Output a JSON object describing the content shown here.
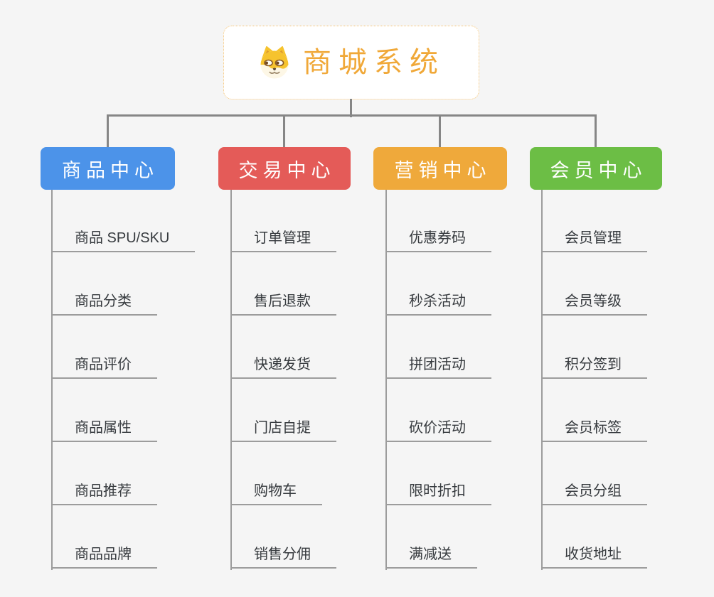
{
  "colors": {
    "canvas_bg": "#f5f5f5",
    "root_text": "#f0a838",
    "root_border": "#f5c474",
    "branch_product": "#4c93e9",
    "branch_trade": "#e45b58",
    "branch_marketing": "#efa93b",
    "branch_member": "#6cbe45",
    "connector": "#868686",
    "child_line": "#9c9c9c",
    "child_text": "#363a3e"
  },
  "root": {
    "title": "商城系统",
    "icon": "dog-face-icon"
  },
  "branches": [
    {
      "label": "商品中心",
      "children": [
        "商品 SPU/SKU",
        "商品分类",
        "商品评价",
        "商品属性",
        "商品推荐",
        "商品品牌"
      ]
    },
    {
      "label": "交易中心",
      "children": [
        "订单管理",
        "售后退款",
        "快递发货",
        "门店自提",
        "购物车",
        "销售分佣"
      ]
    },
    {
      "label": "营销中心",
      "children": [
        "优惠券码",
        "秒杀活动",
        "拼团活动",
        "砍价活动",
        "限时折扣",
        "满减送"
      ]
    },
    {
      "label": "会员中心",
      "children": [
        "会员管理",
        "会员等级",
        "积分签到",
        "会员标签",
        "会员分组",
        "收货地址"
      ]
    }
  ]
}
